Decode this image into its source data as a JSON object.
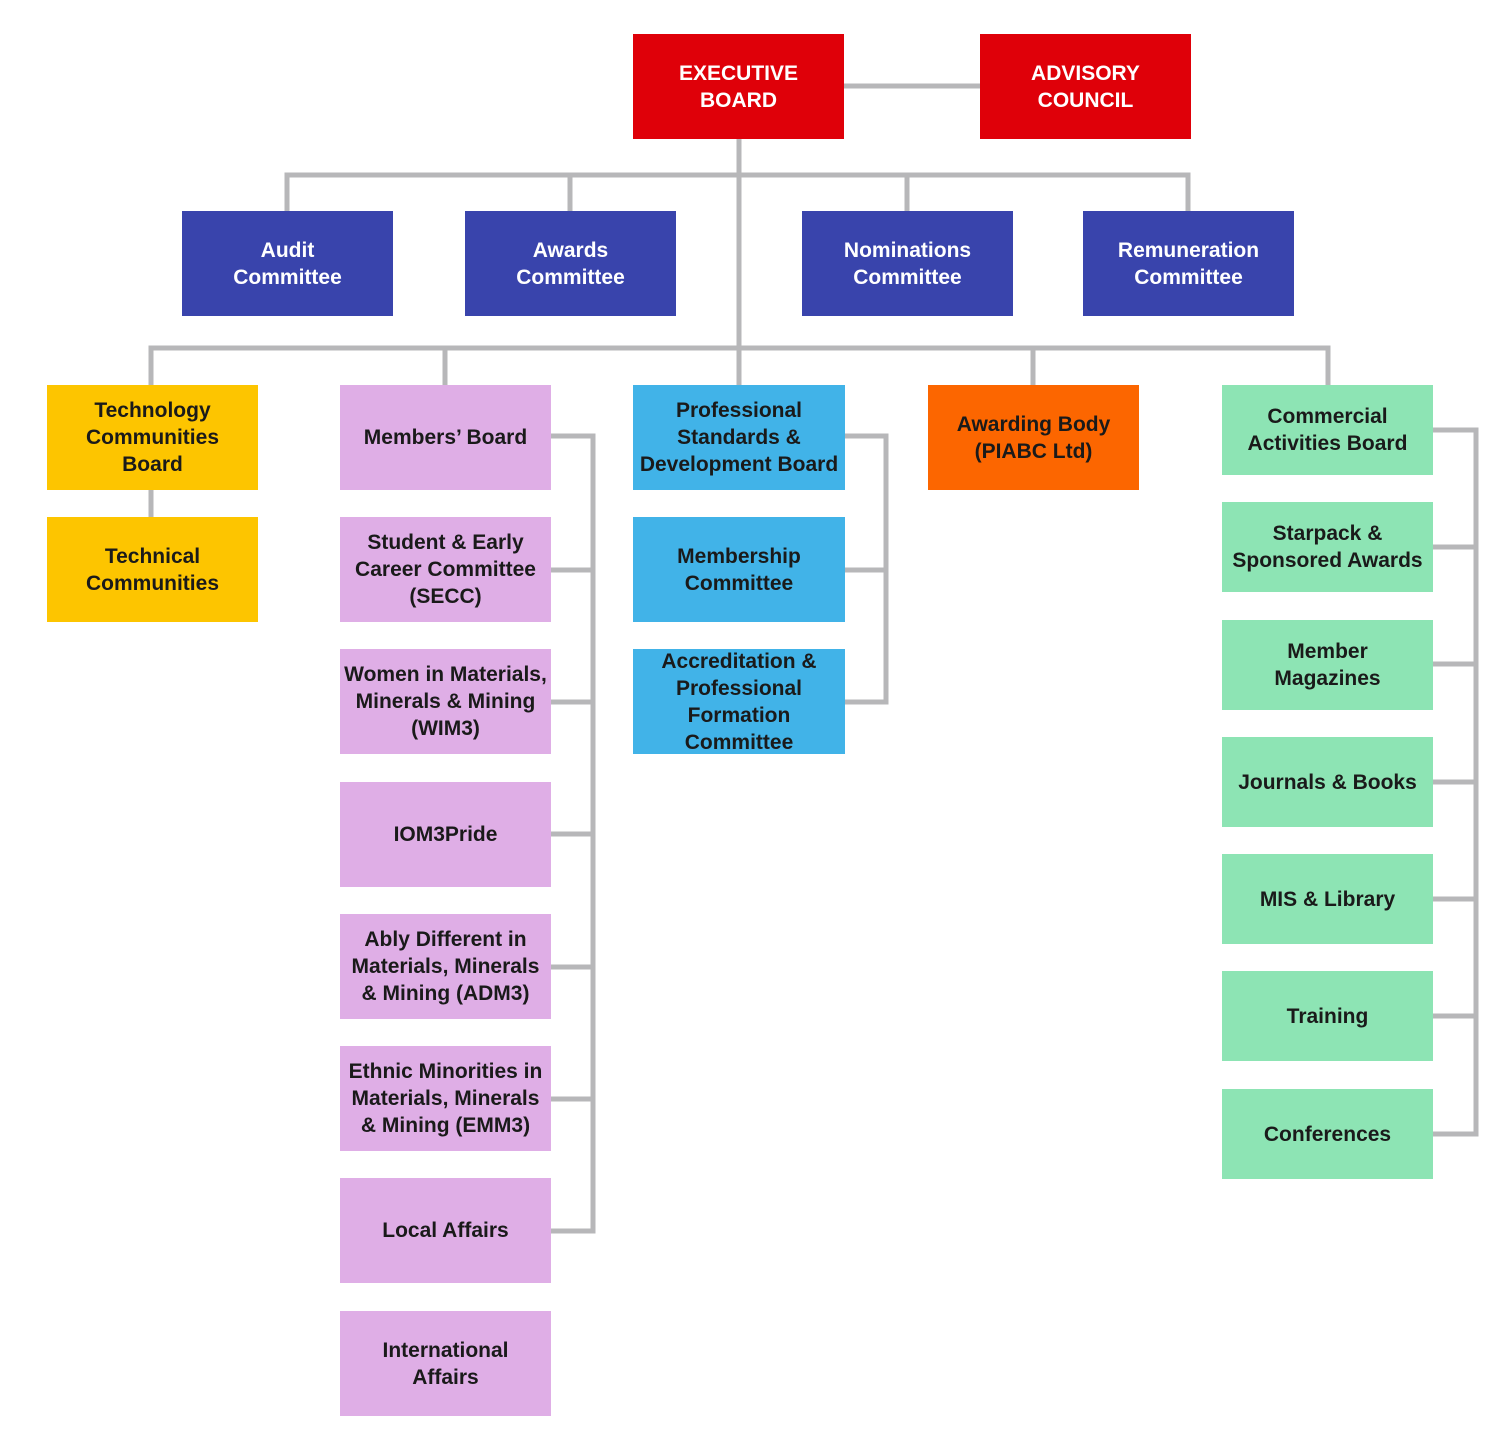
{
  "colors": {
    "executive": "#df0009",
    "committee": "#3944ac",
    "technology": "#fdc500",
    "members": "#dfaee6",
    "professional": "#41b3e8",
    "awarding": "#fc6600",
    "commercial": "#8de4b4",
    "connector": "#b7b7b9",
    "text_light": "#ffffff",
    "text_dark": "#1a1a1a"
  },
  "top": {
    "executive_board": "EXECUTIVE\nBOARD",
    "advisory_council": "ADVISORY\nCOUNCIL"
  },
  "committees": {
    "audit": "Audit\nCommittee",
    "awards": "Awards\nCommittee",
    "nominations": "Nominations\nCommittee",
    "remuneration": "Remuneration\nCommittee"
  },
  "technology": {
    "board": "Technology\nCommunities\nBoard",
    "technical": "Technical\nCommunities"
  },
  "members": {
    "board": "Members’ Board",
    "secc": "Student & Early\nCareer Committee\n(SECC)",
    "wim3": "Women in Materials,\nMinerals & Mining\n(WIM3)",
    "pride": "IOM3Pride",
    "adm3": "Ably Different in\nMaterials, Minerals\n& Mining (ADM3)",
    "emm3": "Ethnic Minorities in\nMaterials, Minerals\n& Mining (EMM3)",
    "local": "Local Affairs",
    "international": "International\nAffairs"
  },
  "professional": {
    "board": "Professional\nStandards &\nDevelopment Board",
    "membership": "Membership\nCommittee",
    "accreditation": "Accreditation &\nProfessional\nFormation Committee"
  },
  "awarding": {
    "body": "Awarding Body\n(PIABC Ltd)"
  },
  "commercial": {
    "board": "Commercial\nActivities Board",
    "starpack": "Starpack &\nSponsored Awards",
    "magazines": "Member\nMagazines",
    "journals": "Journals & Books",
    "mis": "MIS & Library",
    "training": "Training",
    "conferences": "Conferences"
  }
}
